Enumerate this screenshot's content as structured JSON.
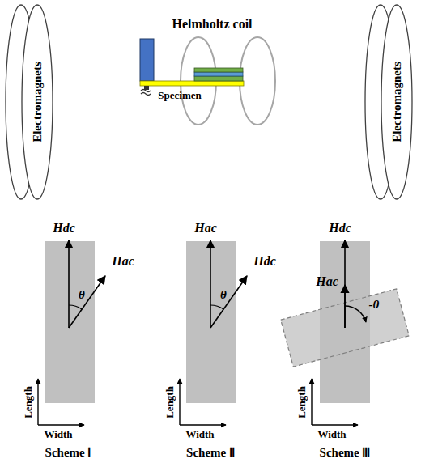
{
  "diagram": {
    "nodes": [
      {
        "text": [
          "Electromagnets"
        ]
      },
      {
        "text": [
          "Electromagnets"
        ]
      }
    ],
    "labels": [
      "Helmholtz coil",
      "Specimen",
      "Hdc",
      "θ",
      "Hac",
      "Length",
      "Width",
      "Hac",
      "θ",
      "Hdc",
      "Length",
      "Width",
      "Hdc",
      "Hac",
      "-θ",
      "Length",
      "Width",
      "Scheme Ⅰ",
      "Scheme Ⅱ",
      "Scheme Ⅲ"
    ]
  }
}
